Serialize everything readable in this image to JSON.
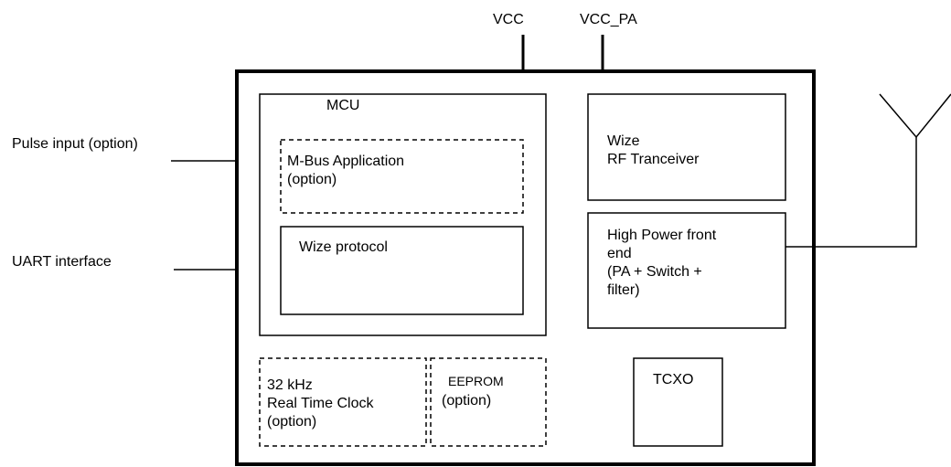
{
  "supplies": {
    "vcc": "VCC",
    "vcc_pa": "VCC_PA"
  },
  "external": {
    "pulse_input": "Pulse input (option)",
    "uart": "UART interface"
  },
  "mcu": {
    "title": "MCU",
    "mbus_app": "M-Bus Application\n(option)",
    "wize_protocol": "Wize protocol"
  },
  "rtc": "32 kHz\nReal Time Clock\n(option)",
  "eeprom": {
    "name": "EEPROM",
    "option": "(option)"
  },
  "rf_transceiver": "Wize\nRF Tranceiver",
  "front_end": "High Power front\nend\n(PA + Switch +\nfilter)",
  "tcxo": "TCXO"
}
